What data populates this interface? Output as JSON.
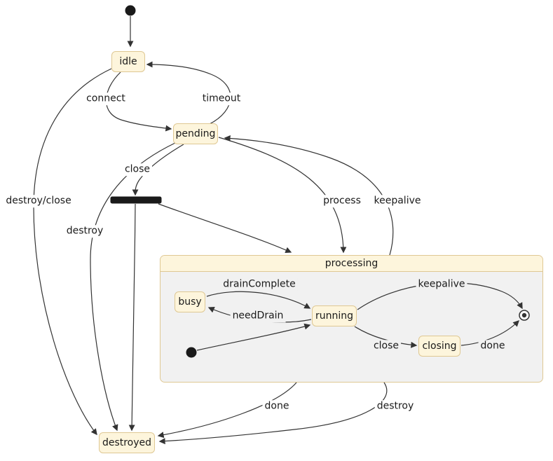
{
  "diagram_type": "state-diagram",
  "states": {
    "idle": "idle",
    "pending": "pending",
    "processing": "processing",
    "destroyed": "destroyed",
    "busy": "busy",
    "running": "running",
    "closing": "closing"
  },
  "transitions": [
    {
      "from": "initial",
      "to": "idle",
      "label": ""
    },
    {
      "from": "idle",
      "to": "pending",
      "label": "connect"
    },
    {
      "from": "pending",
      "to": "idle",
      "label": "timeout"
    },
    {
      "from": "pending",
      "to": "close-fork",
      "label": "close"
    },
    {
      "from": "close-fork",
      "to": "processing",
      "label": ""
    },
    {
      "from": "close-fork",
      "to": "destroyed",
      "label": ""
    },
    {
      "from": "idle",
      "to": "destroyed",
      "label": "destroy/close"
    },
    {
      "from": "pending",
      "to": "destroyed",
      "label": "destroy"
    },
    {
      "from": "pending",
      "to": "processing",
      "label": "process"
    },
    {
      "from": "processing",
      "to": "pending",
      "label": "keepalive"
    },
    {
      "from": "processing-initial",
      "to": "running",
      "label": ""
    },
    {
      "from": "busy",
      "to": "running",
      "label": "drainComplete"
    },
    {
      "from": "running",
      "to": "busy",
      "label": "needDrain"
    },
    {
      "from": "running",
      "to": "processing-final",
      "label": "keepalive"
    },
    {
      "from": "running",
      "to": "closing",
      "label": "close"
    },
    {
      "from": "closing",
      "to": "processing-final",
      "label": "done"
    },
    {
      "from": "processing",
      "to": "destroyed",
      "label": "done"
    },
    {
      "from": "processing",
      "to": "destroyed",
      "label": "destroy"
    }
  ],
  "colors": {
    "background": "#ffffff",
    "state_fill": "#fdf5dc",
    "state_border": "#dfc893",
    "composite_body": "#f1f1f1",
    "edge": "#333333",
    "node_dark": "#1a1a1a",
    "text": "#1a1a1a"
  }
}
